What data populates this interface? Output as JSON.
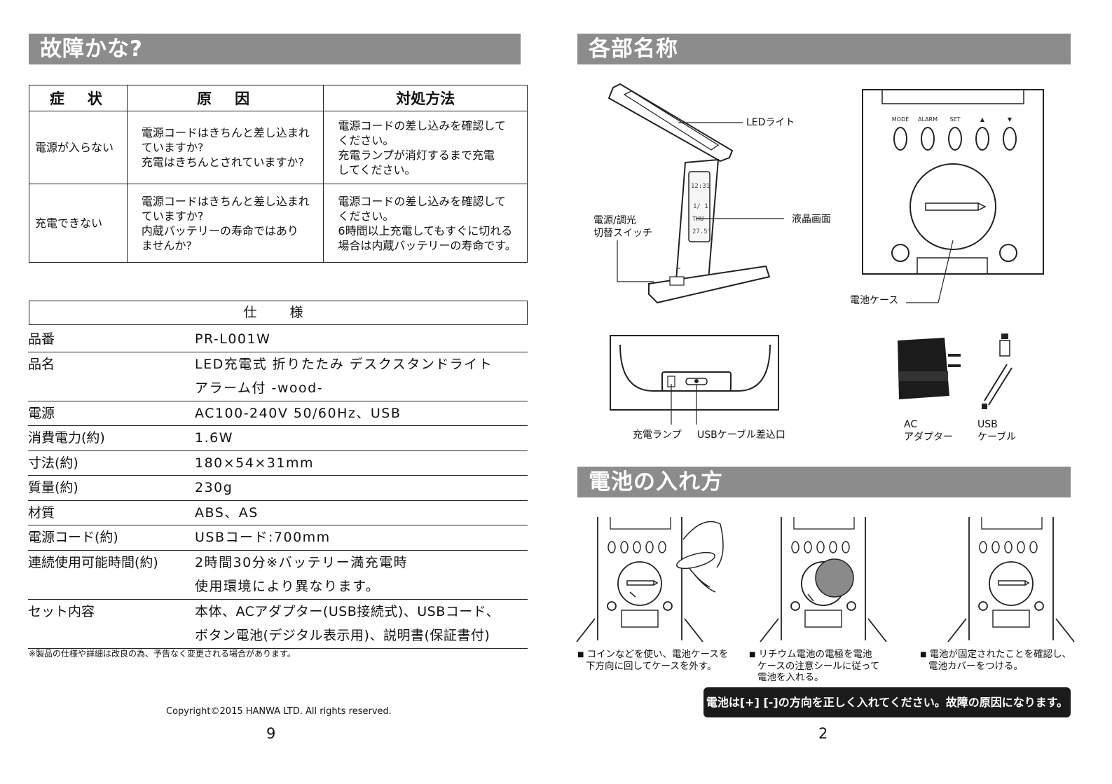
{
  "left_page": {
    "trouble": {
      "title": "故障かな?",
      "headers": [
        "症　状",
        "原　因",
        "対処方法"
      ],
      "rows": [
        {
          "symptom": "電源が入らない",
          "cause": [
            "電源コードはきちんと差し込まれ",
            "ていますか?",
            "充電はきちんとされていますか?"
          ],
          "remedy": [
            "電源コードの差し込みを確認して",
            "ください。",
            "充電ランプが消灯するまで充電",
            "してください。"
          ]
        },
        {
          "symptom": "充電できない",
          "cause": [
            "電源コードはきちんと差し込まれ",
            "ていますか?",
            "内蔵バッテリーの寿命ではあり",
            "ませんか?"
          ],
          "remedy": [
            "電源コードの差し込みを確認して",
            "ください。",
            "6時間以上充電してもすぐに切れる",
            "場合は内蔵バッテリーの寿命です。"
          ]
        }
      ]
    },
    "spec": {
      "title": "仕　様",
      "rows": [
        {
          "label": "品番",
          "value": [
            "PR-L001W"
          ]
        },
        {
          "label": "品名",
          "value": [
            "LED充電式 折りたたみ デスクスタンドライト",
            "アラーム付 -wood-"
          ]
        },
        {
          "label": "電源",
          "value": [
            "AC100-240V 50/60Hz、USB"
          ]
        },
        {
          "label": "消費電力(約)",
          "value": [
            "1.6W"
          ]
        },
        {
          "label": "寸法(約)",
          "value": [
            "180×54×31mm"
          ]
        },
        {
          "label": "質量(約)",
          "value": [
            "230g"
          ]
        },
        {
          "label": "材質",
          "value": [
            "ABS、AS"
          ]
        },
        {
          "label": "電源コード(約)",
          "value": [
            "USBコード:700mm"
          ]
        },
        {
          "label": "連続使用可能時間(約)",
          "value": [
            "2時間30分※バッテリー満充電時",
            "使用環境により異なります。"
          ]
        },
        {
          "label": "セット内容",
          "value": [
            "本体、ACアダプター(USB接続式)、USBコード、",
            "ボタン電池(デジタル表示用)、説明書(保証書付)"
          ]
        }
      ],
      "note": "※製品の仕様や詳細は改良の為、予告なく変更される場合があります。"
    },
    "copyright": "Copyright©2015 HANWA LTD. All rights reserved.",
    "page_number": "9"
  },
  "right_page": {
    "parts": {
      "title": "各部名称",
      "labels": {
        "led": "LEDライト",
        "switch_1": "電源/調光",
        "switch_2": "切替スイッチ",
        "lcd": "液晶画面",
        "battery_case": "電池ケース",
        "charge_lamp": "充電ランプ",
        "usb_port": "USBケーブル差込口",
        "ac_1": "AC",
        "ac_2": "アダプター",
        "usb_1": "USB",
        "usb_2": "ケーブル"
      },
      "buttons": [
        "MODE",
        "ALARM",
        "SET",
        "▲",
        "▼"
      ],
      "lcd_readout": [
        "12:31",
        "1/ 1",
        "THU",
        "27.5°"
      ]
    },
    "battery": {
      "title": "電池の入れ方",
      "steps": [
        [
          "コインなどを使い、電池ケースを",
          "下方向に回してケースを外す。"
        ],
        [
          "リチウム電池の電極を電池",
          "ケースの注意シールに従って",
          "電池を入れる。"
        ],
        [
          "電池が固定されたことを確認し、",
          "電池カバーをつける。"
        ]
      ],
      "warning": "電池は[+] [-]の方向を正しく入れてください。故障の原因になります。"
    },
    "page_number": "2"
  },
  "colors": {
    "header_bg": "#8c8c8c",
    "warning_bg": "#1b1b1b",
    "line": "#222222"
  }
}
